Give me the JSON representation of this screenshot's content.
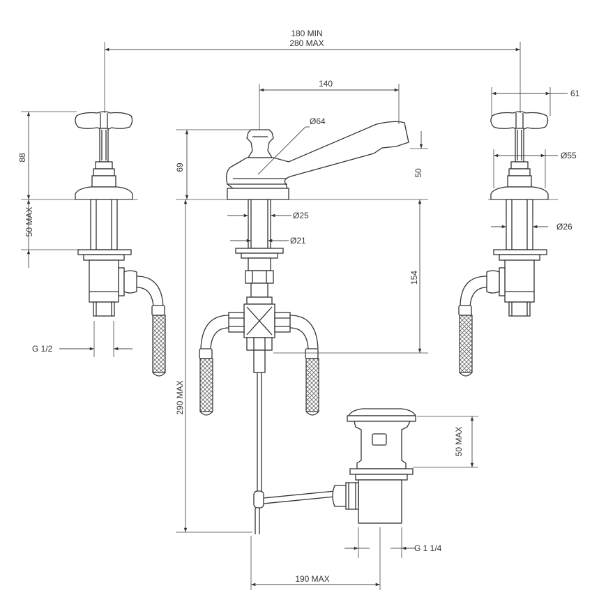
{
  "dimensions": {
    "overall_min": "180 MIN",
    "overall_max": "280 MAX",
    "spout_reach": "140",
    "spout_head_dia": "Ø64",
    "spout_height": "69",
    "spout_outlet_drop": "50",
    "spout_body_dia": "Ø25",
    "spout_shank_dia": "Ø21",
    "spout_shank_length": "154",
    "spout_total_max": "290 MAX",
    "handle_span": "61",
    "flange_dia": "Ø55",
    "shank_dia": "Ø26",
    "handle_height": "88",
    "shank_length_max": "50 MAX",
    "tap_thread": "G 1/2",
    "waste_length_max": "50 MAX",
    "waste_thread": "G 1 1/4",
    "waste_rod_max": "190 MAX"
  },
  "components": {
    "left_tap": "cross-head-pillar-valve",
    "spout": "lever-spout-with-mixer-body",
    "right_tap": "cross-head-pillar-valve",
    "waste": "pop-up-waste-with-rod"
  },
  "colors": {
    "line": "#333333",
    "background": "#ffffff"
  }
}
